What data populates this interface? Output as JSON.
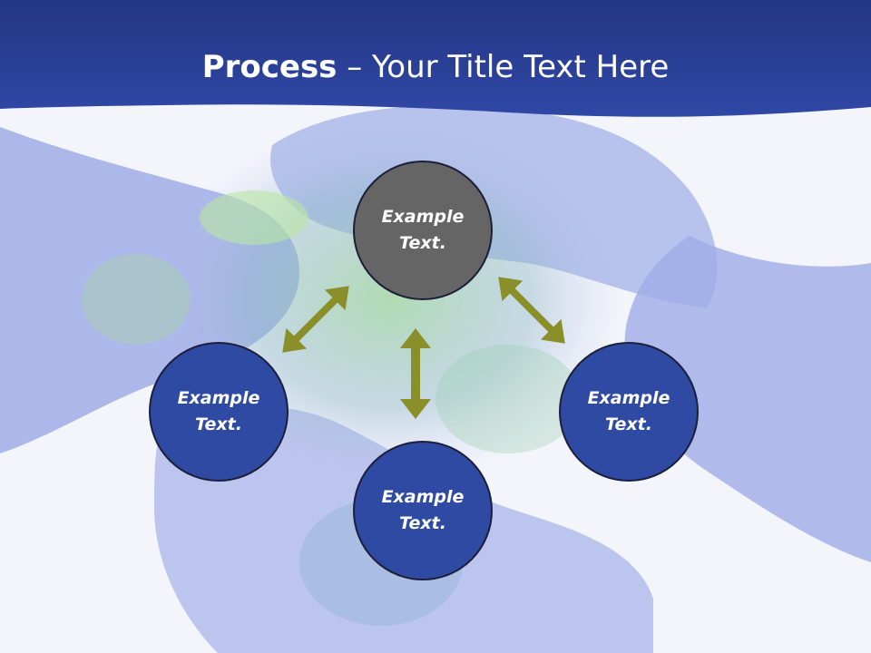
{
  "slide": {
    "title_bold": "Process",
    "title_rest": " – Your Title Text Here"
  },
  "nodes": [
    {
      "id": "top",
      "line1": "Example",
      "line2": "Text.",
      "color": "#656565"
    },
    {
      "id": "left",
      "line1": "Example",
      "line2": "Text.",
      "color": "#2f4aa3"
    },
    {
      "id": "bottom",
      "line1": "Example",
      "line2": "Text.",
      "color": "#2f4aa3"
    },
    {
      "id": "right",
      "line1": "Example",
      "line2": "Text.",
      "color": "#2f4aa3"
    }
  ],
  "colors": {
    "header": "#2b3f9a",
    "arrow": "#8a8f2a",
    "background": "#f4f5fb"
  }
}
